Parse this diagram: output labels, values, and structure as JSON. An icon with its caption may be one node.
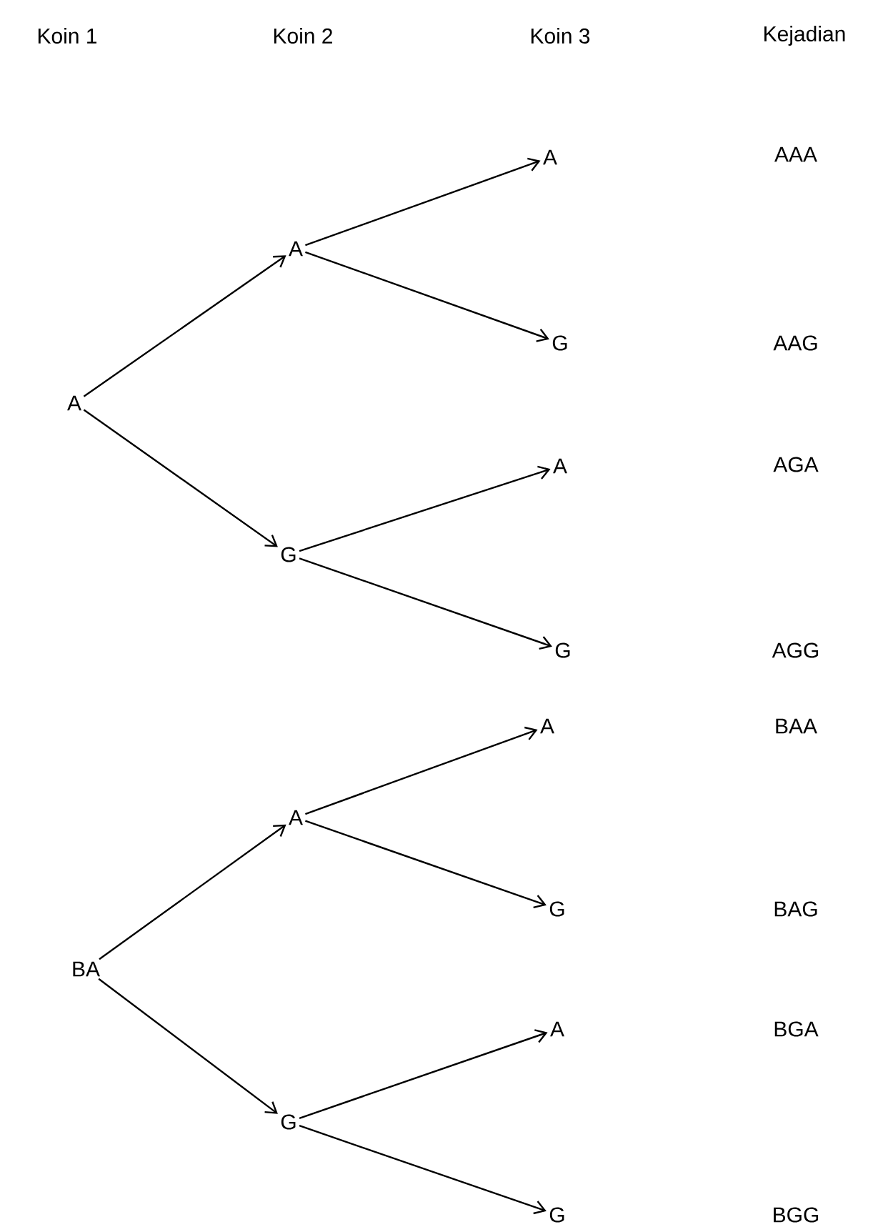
{
  "diagram": {
    "nodes": [
      {
        "text": [
          "A"
        ]
      },
      {
        "text": [
          "A"
        ]
      },
      {
        "text": [
          "G"
        ]
      },
      {
        "text": [
          "A"
        ]
      },
      {
        "text": [
          "G"
        ]
      },
      {
        "text": [
          "A"
        ]
      },
      {
        "text": [
          "G"
        ]
      },
      {
        "text": [
          "BA"
        ]
      },
      {
        "text": [
          "A"
        ]
      },
      {
        "text": [
          "G"
        ]
      },
      {
        "text": [
          "A"
        ]
      },
      {
        "text": [
          "G"
        ]
      },
      {
        "text": [
          "A"
        ]
      },
      {
        "text": [
          "G"
        ]
      }
    ],
    "edges": [
      {
        "from": 0,
        "to": 1,
        "arrow": "to"
      },
      {
        "from": 0,
        "to": 2,
        "arrow": "to"
      },
      {
        "from": 1,
        "to": 3,
        "arrow": "to"
      },
      {
        "from": 1,
        "to": 4,
        "arrow": "to"
      },
      {
        "from": 2,
        "to": 5,
        "arrow": "to"
      },
      {
        "from": 2,
        "to": 6,
        "arrow": "to"
      },
      {
        "from": 7,
        "to": 8,
        "arrow": "to"
      },
      {
        "from": 7,
        "to": 9,
        "arrow": "to"
      },
      {
        "from": 8,
        "to": 10,
        "arrow": "to"
      },
      {
        "from": 8,
        "to": 11,
        "arrow": "to"
      },
      {
        "from": 9,
        "to": 12,
        "arrow": "to"
      },
      {
        "from": 9,
        "to": 13,
        "arrow": "to"
      }
    ],
    "labels": [
      "Koin 1",
      "Koin 2",
      "Koin 3",
      "Kejadian",
      "AAA",
      "AAG",
      "AGA",
      "AGG",
      "BAA",
      "BAG",
      "BGA",
      "BGG"
    ]
  }
}
